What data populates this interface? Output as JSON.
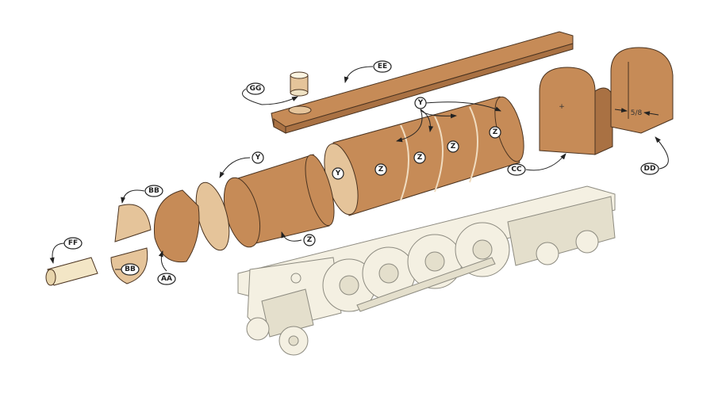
{
  "title": "Exploded view of wooden locomotive boiler assembly",
  "colors": {
    "wood": "#c68b57",
    "wood_light": "#e5c49a",
    "locomotive": "#f4f0e2"
  },
  "labels": {
    "gg": "GG",
    "ee": "EE",
    "y_top": "Y",
    "y_left": "Y",
    "y_disk": "Y",
    "z1": "Z",
    "z2": "Z",
    "z3": "Z",
    "z4": "Z",
    "z_lower": "Z",
    "bb_top": "BB",
    "bb_bottom": "BB",
    "aa": "AA",
    "ff": "FF",
    "cc": "CC",
    "dd": "DD"
  },
  "dimension": "5/8"
}
